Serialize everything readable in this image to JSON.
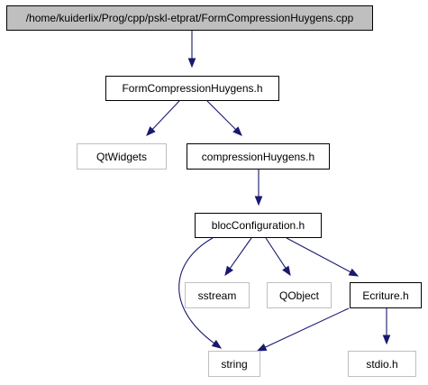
{
  "graph": {
    "nodes": [
      {
        "id": "root",
        "label": "/home/kuiderlix/Prog/cpp/pskl-etprat/FormCompressionHuygens.cpp",
        "kind": "root"
      },
      {
        "id": "formh",
        "label": "FormCompressionHuygens.h",
        "kind": "doc"
      },
      {
        "id": "qtwidgets",
        "label": "QtWidgets",
        "kind": "ext"
      },
      {
        "id": "comph",
        "label": "compressionHuygens.h",
        "kind": "doc"
      },
      {
        "id": "blocconf",
        "label": "blocConfiguration.h",
        "kind": "doc"
      },
      {
        "id": "sstream",
        "label": "sstream",
        "kind": "ext"
      },
      {
        "id": "qobject",
        "label": "QObject",
        "kind": "ext"
      },
      {
        "id": "ecriture",
        "label": "Ecriture.h",
        "kind": "doc"
      },
      {
        "id": "string",
        "label": "string",
        "kind": "ext"
      },
      {
        "id": "stdio",
        "label": "stdio.h",
        "kind": "ext"
      }
    ],
    "edges": [
      {
        "from": "root",
        "to": "formh"
      },
      {
        "from": "formh",
        "to": "qtwidgets"
      },
      {
        "from": "formh",
        "to": "comph"
      },
      {
        "from": "comph",
        "to": "blocconf"
      },
      {
        "from": "blocconf",
        "to": "string"
      },
      {
        "from": "blocconf",
        "to": "sstream"
      },
      {
        "from": "blocconf",
        "to": "qobject"
      },
      {
        "from": "blocconf",
        "to": "ecriture"
      },
      {
        "from": "ecriture",
        "to": "string"
      },
      {
        "from": "ecriture",
        "to": "stdio"
      }
    ],
    "colors": {
      "edge": "#191970",
      "root_fill": "#bfbfbf",
      "doc_border": "#000000",
      "ext_border": "#bfbfbf"
    }
  }
}
